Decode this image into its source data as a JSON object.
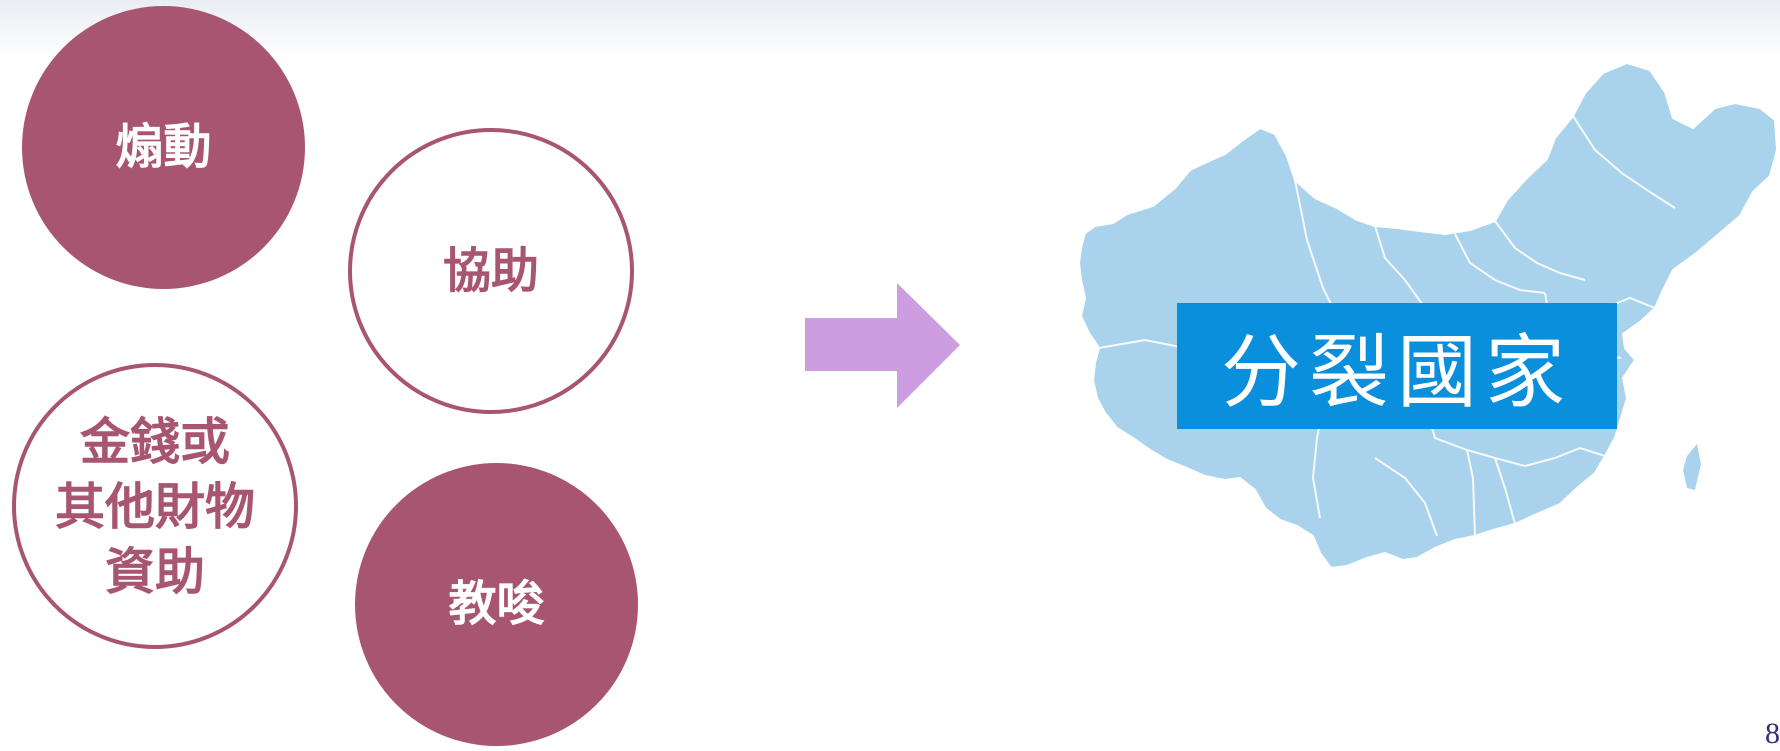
{
  "circles": {
    "incite": "煽動",
    "assist": "協助",
    "funding": "金錢或\n其他財物\n資助",
    "abet": "教唆"
  },
  "banner": "分裂國家",
  "page_number": "8",
  "colors": {
    "circle_fill": "#a85572",
    "arrow": "#cc9de0",
    "map_fill": "#a9d2ec",
    "banner_bg": "#0a8fdc"
  },
  "icons": {
    "arrow": "right-arrow-icon",
    "map": "china-map-icon"
  }
}
